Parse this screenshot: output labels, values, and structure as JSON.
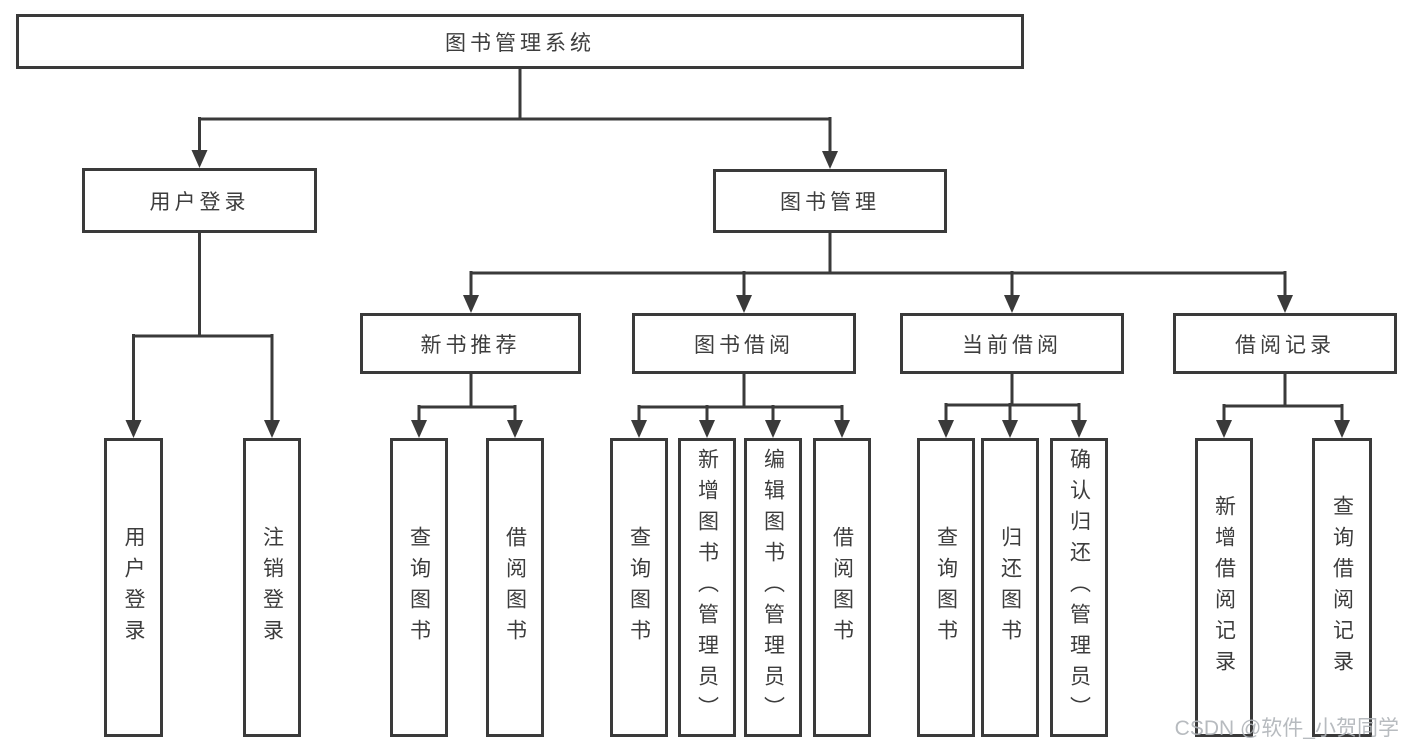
{
  "tree": {
    "label": "图书管理系统",
    "children": [
      {
        "label": "用户登录",
        "children": [
          {
            "label": "用户登录"
          },
          {
            "label": "注销登录"
          }
        ]
      },
      {
        "label": "图书管理",
        "children": [
          {
            "label": "新书推荐",
            "children": [
              {
                "label": "查询图书"
              },
              {
                "label": "借阅图书"
              }
            ]
          },
          {
            "label": "图书借阅",
            "children": [
              {
                "label": "查询图书"
              },
              {
                "label": "新增图书（管理员）"
              },
              {
                "label": "编辑图书（管理员）"
              },
              {
                "label": "借阅图书"
              }
            ]
          },
          {
            "label": "当前借阅",
            "children": [
              {
                "label": "查询图书"
              },
              {
                "label": "归还图书"
              },
              {
                "label": "确认归还（管理员）"
              }
            ]
          },
          {
            "label": "借阅记录",
            "children": [
              {
                "label": "新增借阅记录"
              },
              {
                "label": "查询借阅记录"
              }
            ]
          }
        ]
      }
    ]
  },
  "watermark": {
    "text": "CSDN @软件_小贺同学"
  },
  "colors": {
    "line": "#3a3a3a",
    "box_border": "#3a3a3a",
    "text": "#3d3d3d",
    "background": "#ffffff",
    "watermark": "#b0b4b9"
  }
}
